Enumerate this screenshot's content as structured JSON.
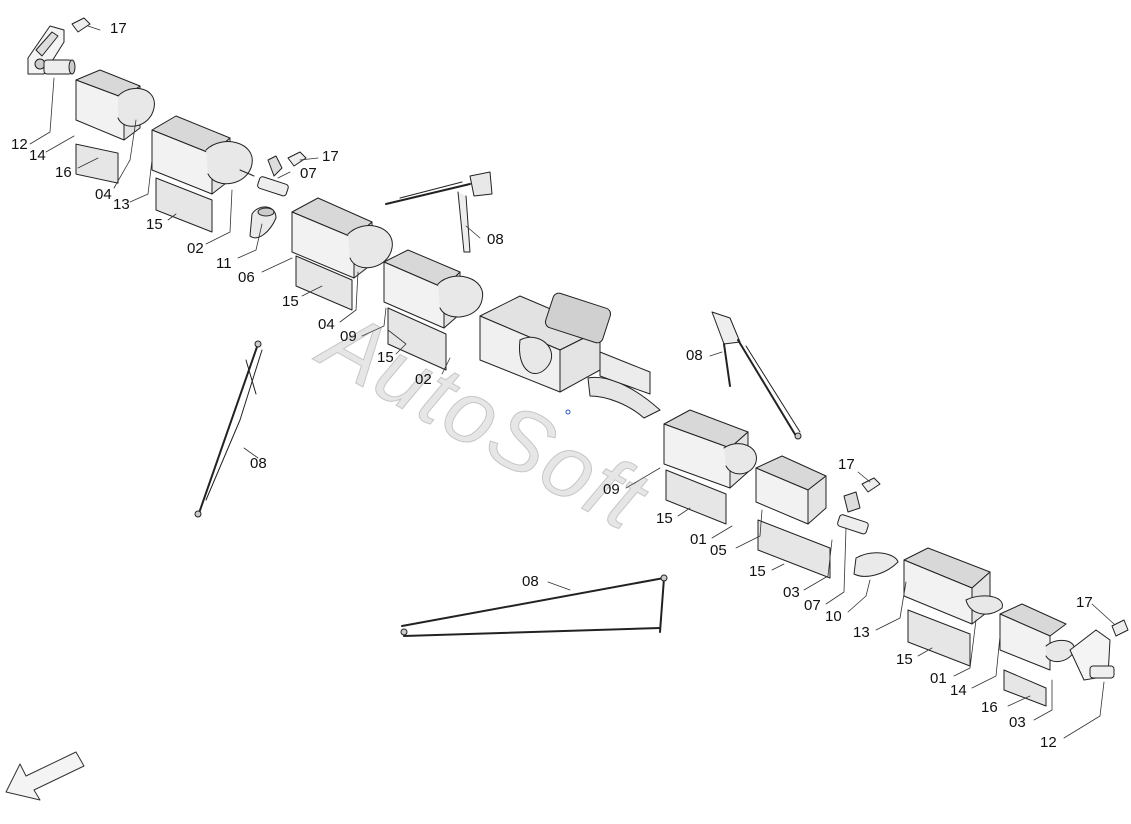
{
  "watermark": "AutoSoft",
  "colors": {
    "line": "#222222",
    "shade": "#d8d8d8",
    "flap": "#e6e6e6"
  },
  "labels": {
    "l01": "17",
    "l02": "12",
    "l03": "14",
    "l04": "16",
    "l05": "04",
    "l06": "13",
    "l07": "15",
    "l08": "17",
    "l09": "07",
    "l10": "02",
    "l11": "11",
    "l12": "08",
    "l13": "06",
    "l14": "15",
    "l15": "04",
    "l16": "09",
    "l17": "15",
    "l18": "02",
    "l19": "08",
    "l20": "08",
    "l21": "09",
    "l22": "15",
    "l23": "01",
    "l24": "05",
    "l25": "17",
    "l26": "15",
    "l27": "03",
    "l28": "07",
    "l29": "10",
    "l30": "08",
    "l31": "13",
    "l32": "15",
    "l33": "17",
    "l34": "01",
    "l35": "14",
    "l36": "16",
    "l37": "03",
    "l38": "12"
  },
  "direction_arrow_icon": "arrow-down-left-icon"
}
